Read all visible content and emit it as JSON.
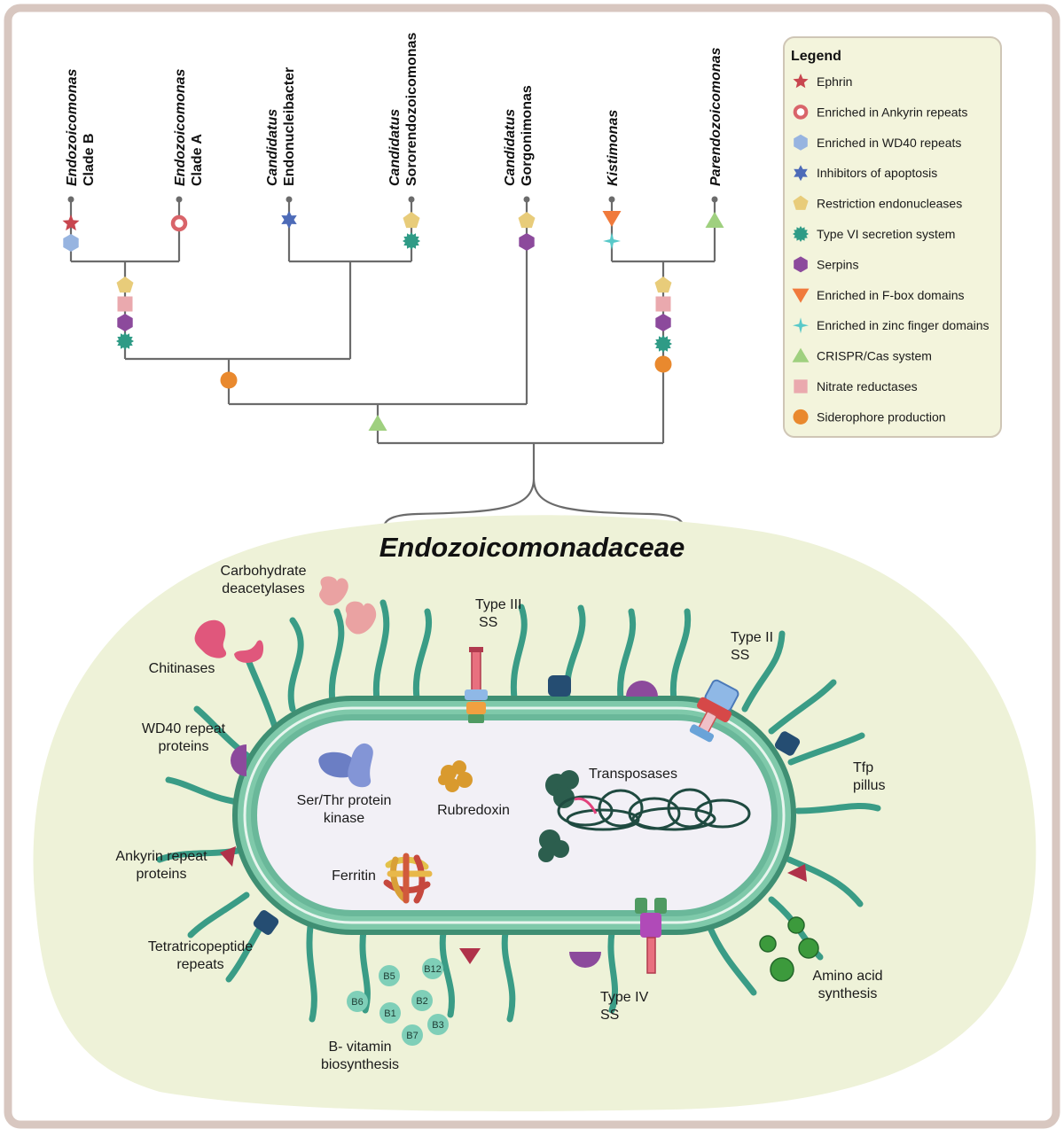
{
  "colors": {
    "frame": "#d8c7c0",
    "cell_bg": "#eef2d8",
    "legend_bg": "#f3f4dc",
    "membrane_outer": "#3f8f73",
    "membrane_mid": "#7fc9aa",
    "cytoplasm": "#f2f0f6",
    "pili": "#3a9c86",
    "ephrin": "#c8464f",
    "ankyrin": "#d9646a",
    "wd40": "#97b4e0",
    "iap": "#4d6bb8",
    "restriction": "#e8cc7a",
    "t6ss": "#2f9b86",
    "serpin": "#8c4a9c",
    "fbox": "#f07a3c",
    "zinc": "#58c9c9",
    "crispr": "#9fd07f",
    "nitrate": "#eaa9ae",
    "siderophore": "#e9892e"
  },
  "taxa": [
    {
      "italic": "Endozoicomonas",
      "name": "Clade B"
    },
    {
      "italic": "Endozoicomonas",
      "name": "Clade A"
    },
    {
      "italic": "Candidatus",
      "name": "Endonucleibacter"
    },
    {
      "italic": "Candidatus",
      "name": "Sororendozoicomonas"
    },
    {
      "italic": "Candidatus",
      "name": "Gorgonimonas"
    },
    {
      "italic": "Kistimonas",
      "name": ""
    },
    {
      "italic": "Parendozoicomonas",
      "name": ""
    }
  ],
  "legend": {
    "title": "Legend",
    "items": [
      {
        "icon": "star",
        "label": "Ephrin"
      },
      {
        "icon": "ring",
        "label": "Enriched in Ankyrin repeats"
      },
      {
        "icon": "hexagon-light",
        "label": "Enriched in WD40 repeats"
      },
      {
        "icon": "star-six",
        "label": "Inhibitors of apoptosis"
      },
      {
        "icon": "pentagon",
        "label": "Restriction endonucleases"
      },
      {
        "icon": "burst",
        "label": "Type VI secretion system"
      },
      {
        "icon": "hexagon",
        "label": "Serpins"
      },
      {
        "icon": "triangle-down",
        "label": "Enriched in F-box domains"
      },
      {
        "icon": "sparkle",
        "label": "Enriched in zinc finger domains"
      },
      {
        "icon": "triangle-up",
        "label": "CRISPR/Cas system"
      },
      {
        "icon": "square",
        "label": "Nitrate reductases"
      },
      {
        "icon": "circle",
        "label": "Siderophore production"
      }
    ]
  },
  "family_name": "Endozoicomonadaceae",
  "cell_labels": {
    "carbohydrate": [
      "Carbohydrate",
      "deacetylases"
    ],
    "chitinases": [
      "Chitinases"
    ],
    "wd40": [
      "WD40 repeat",
      "proteins"
    ],
    "ankyrin": [
      "Ankyrin repeat",
      "proteins"
    ],
    "tetratrico": [
      "Tetratricopeptide",
      "repeats"
    ],
    "type3": [
      "Type III",
      "SS"
    ],
    "type2": [
      "Type II",
      "SS"
    ],
    "tfp": [
      "Tfp",
      "pillus"
    ],
    "amino": [
      "Amino acid",
      "synthesis"
    ],
    "type4": [
      "Type IV",
      "SS"
    ],
    "bvit": [
      "B- vitamin",
      "biosynthesis"
    ],
    "serthr": [
      "Ser/Thr protein",
      "kinase"
    ],
    "rubredoxin": [
      "Rubredoxin"
    ],
    "transposases": [
      "Transposases"
    ],
    "ferritin": [
      "Ferritin"
    ]
  },
  "vitamins": [
    "B5",
    "B12",
    "B6",
    "B1",
    "B2",
    "B7",
    "B3"
  ]
}
